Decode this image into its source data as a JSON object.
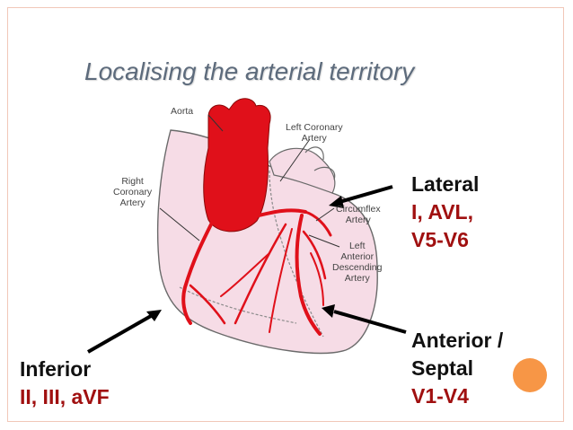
{
  "slide": {
    "title": "Localising the arterial territory",
    "accent_color": "#f79646",
    "border_color": "#f1c7b8"
  },
  "heart_labels": {
    "aorta": "Aorta",
    "lca_line1": "Left Coronary",
    "lca_line2": "Artery",
    "rca_line1": "Right",
    "rca_line2": "Coronary",
    "rca_line3": "Artery",
    "cx_line1": "Circumflex",
    "cx_line2": "Artery",
    "lad_line1": "Left",
    "lad_line2": "Anterior",
    "lad_line3": "Descending",
    "lad_line4": "Artery"
  },
  "territories": {
    "lateral": {
      "name": "Lateral",
      "leads_line1": "I, AVL,",
      "leads_line2": "V5-V6"
    },
    "anterior": {
      "name_line1": "Anterior /",
      "name_line2": "Septal",
      "leads": "V1-V4"
    },
    "inferior": {
      "name": "Inferior",
      "leads": "II, III, aVF"
    }
  },
  "colors": {
    "artery_red": "#e0101a",
    "heart_fill": "#f6dce6",
    "lead_text": "#a01010",
    "title_text": "#5d6b7c"
  }
}
